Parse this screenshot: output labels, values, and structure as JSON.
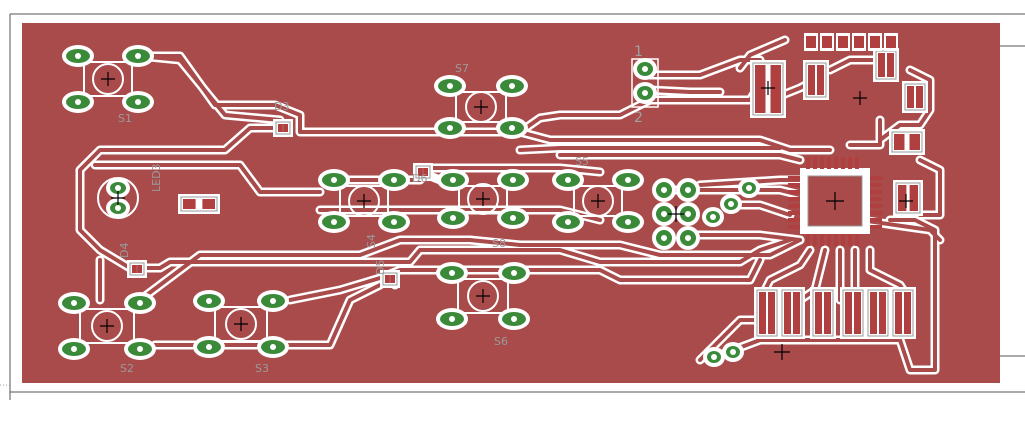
{
  "colors": {
    "background": "#ffffff",
    "copper": "#a94b4b",
    "isolation": "#ffffff",
    "trace": "#a94b4b",
    "pad": "#3a8a3a",
    "drill": "#ffffff",
    "silkscreen": "#9a9a9a",
    "frame": "#555555",
    "smd": "#b04040"
  },
  "labels": {
    "s1": "S1",
    "s2": "S2",
    "s3": "S3",
    "s4": "S4",
    "s5": "S5",
    "s6": "S6",
    "s7": "S7",
    "s8": "S8",
    "d3": "D3",
    "d4": "D4",
    "d5": "D5",
    "d6": "D6",
    "led": "LED3",
    "pin1": "1",
    "pin2": "2"
  }
}
